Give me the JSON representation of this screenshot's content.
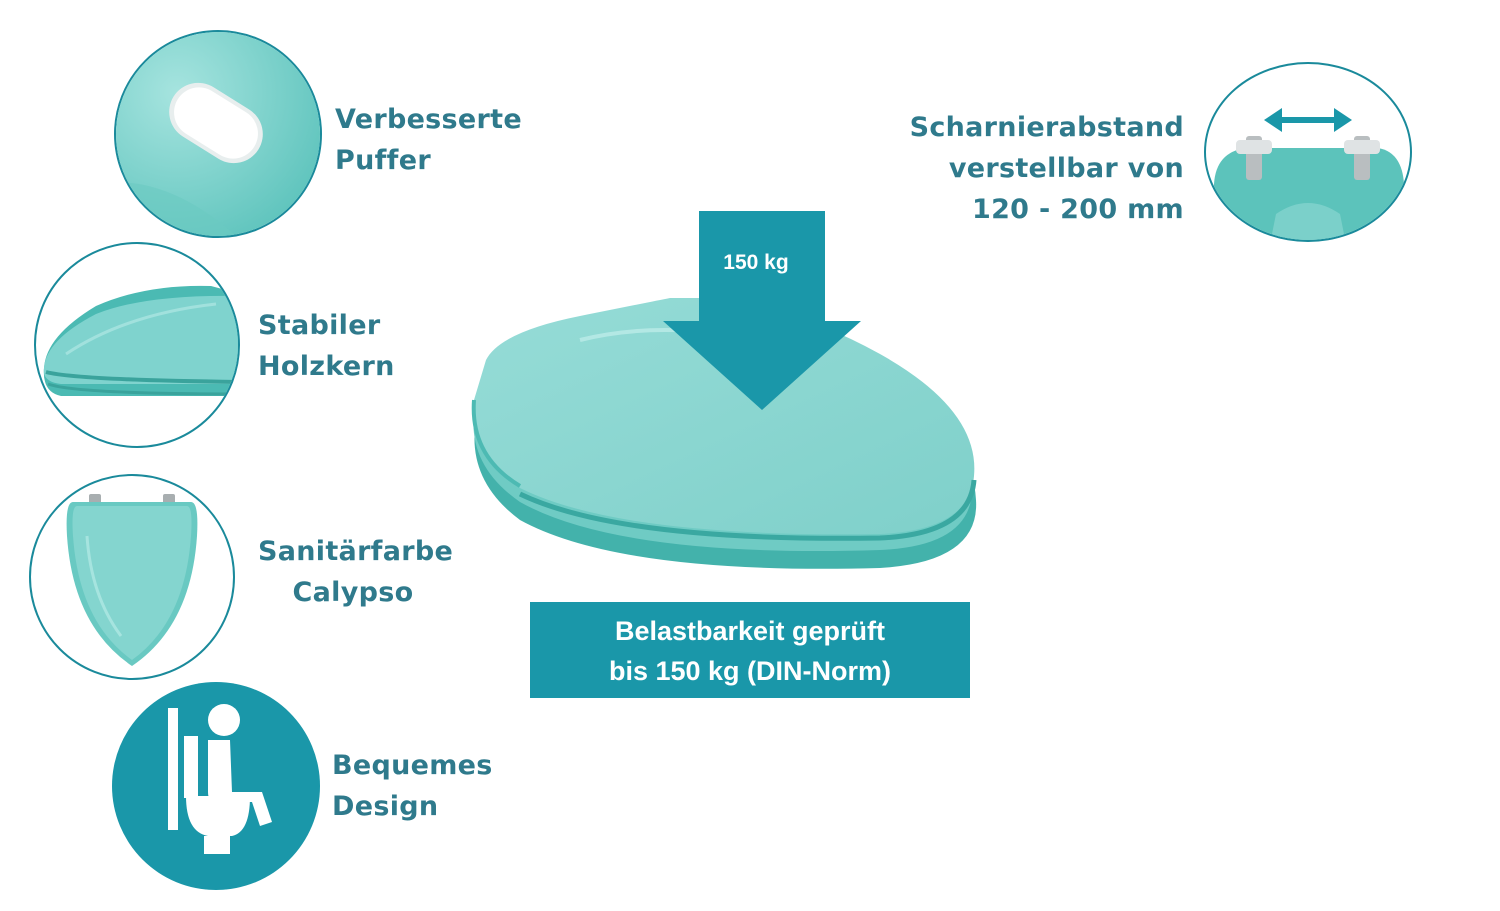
{
  "colors": {
    "accent": "#1a97a9",
    "text": "#2f7a8c",
    "seat": "#7fd3ce"
  },
  "features": {
    "puffer": {
      "line1": "Verbesserte",
      "line2": "Puffer",
      "icon": "buffer-icon"
    },
    "holzkern": {
      "line1": "Stabiler",
      "line2": "Holzkern",
      "icon": "seat-side-icon"
    },
    "farbe": {
      "line1": "Sanitärfarbe",
      "line2": "Calypso",
      "icon": "seat-top-icon"
    },
    "design": {
      "line1": "Bequemes",
      "line2": "Design",
      "icon": "sitting-person-icon"
    },
    "hinge": {
      "line1": "Scharnierabstand",
      "line2": "verstellbar von",
      "line3": "120 - 200 mm",
      "icon": "hinge-distance-icon"
    }
  },
  "center": {
    "arrow_label": "150 kg",
    "box_line1": "Belastbarkeit geprüft",
    "box_line2": "bis 150 kg (DIN-Norm)"
  }
}
